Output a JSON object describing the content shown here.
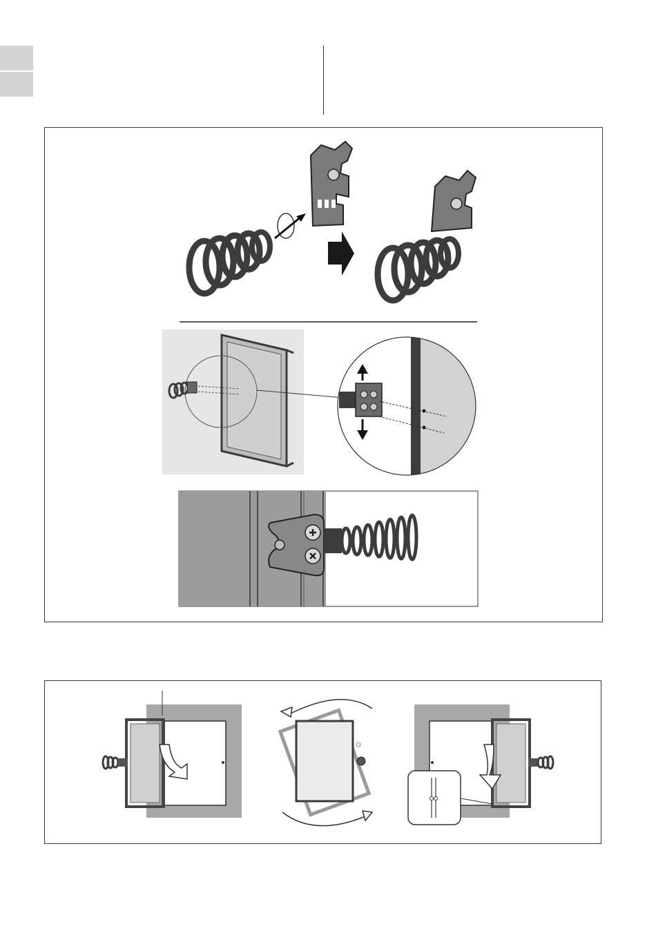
{
  "page": {
    "background": "#ffffff"
  },
  "colors": {
    "tab": "#d4d4d4",
    "line": "#333333",
    "glass": "#c9c9c9",
    "frame": "#4a4a4a",
    "spring": "#3c3c3c",
    "wall": "#9c9c9c",
    "arrow_fill": "#1a1a1a"
  },
  "figures": {
    "top_panel": {
      "step_a": "spring-to-bracket-assembly",
      "step_b": "mount-on-door-frame",
      "step_c": "installed-detail"
    },
    "bottom_panel": {
      "step_a": "left-hinge-setup",
      "step_b": "rotate-door",
      "step_c": "right-hinge-setup"
    }
  }
}
